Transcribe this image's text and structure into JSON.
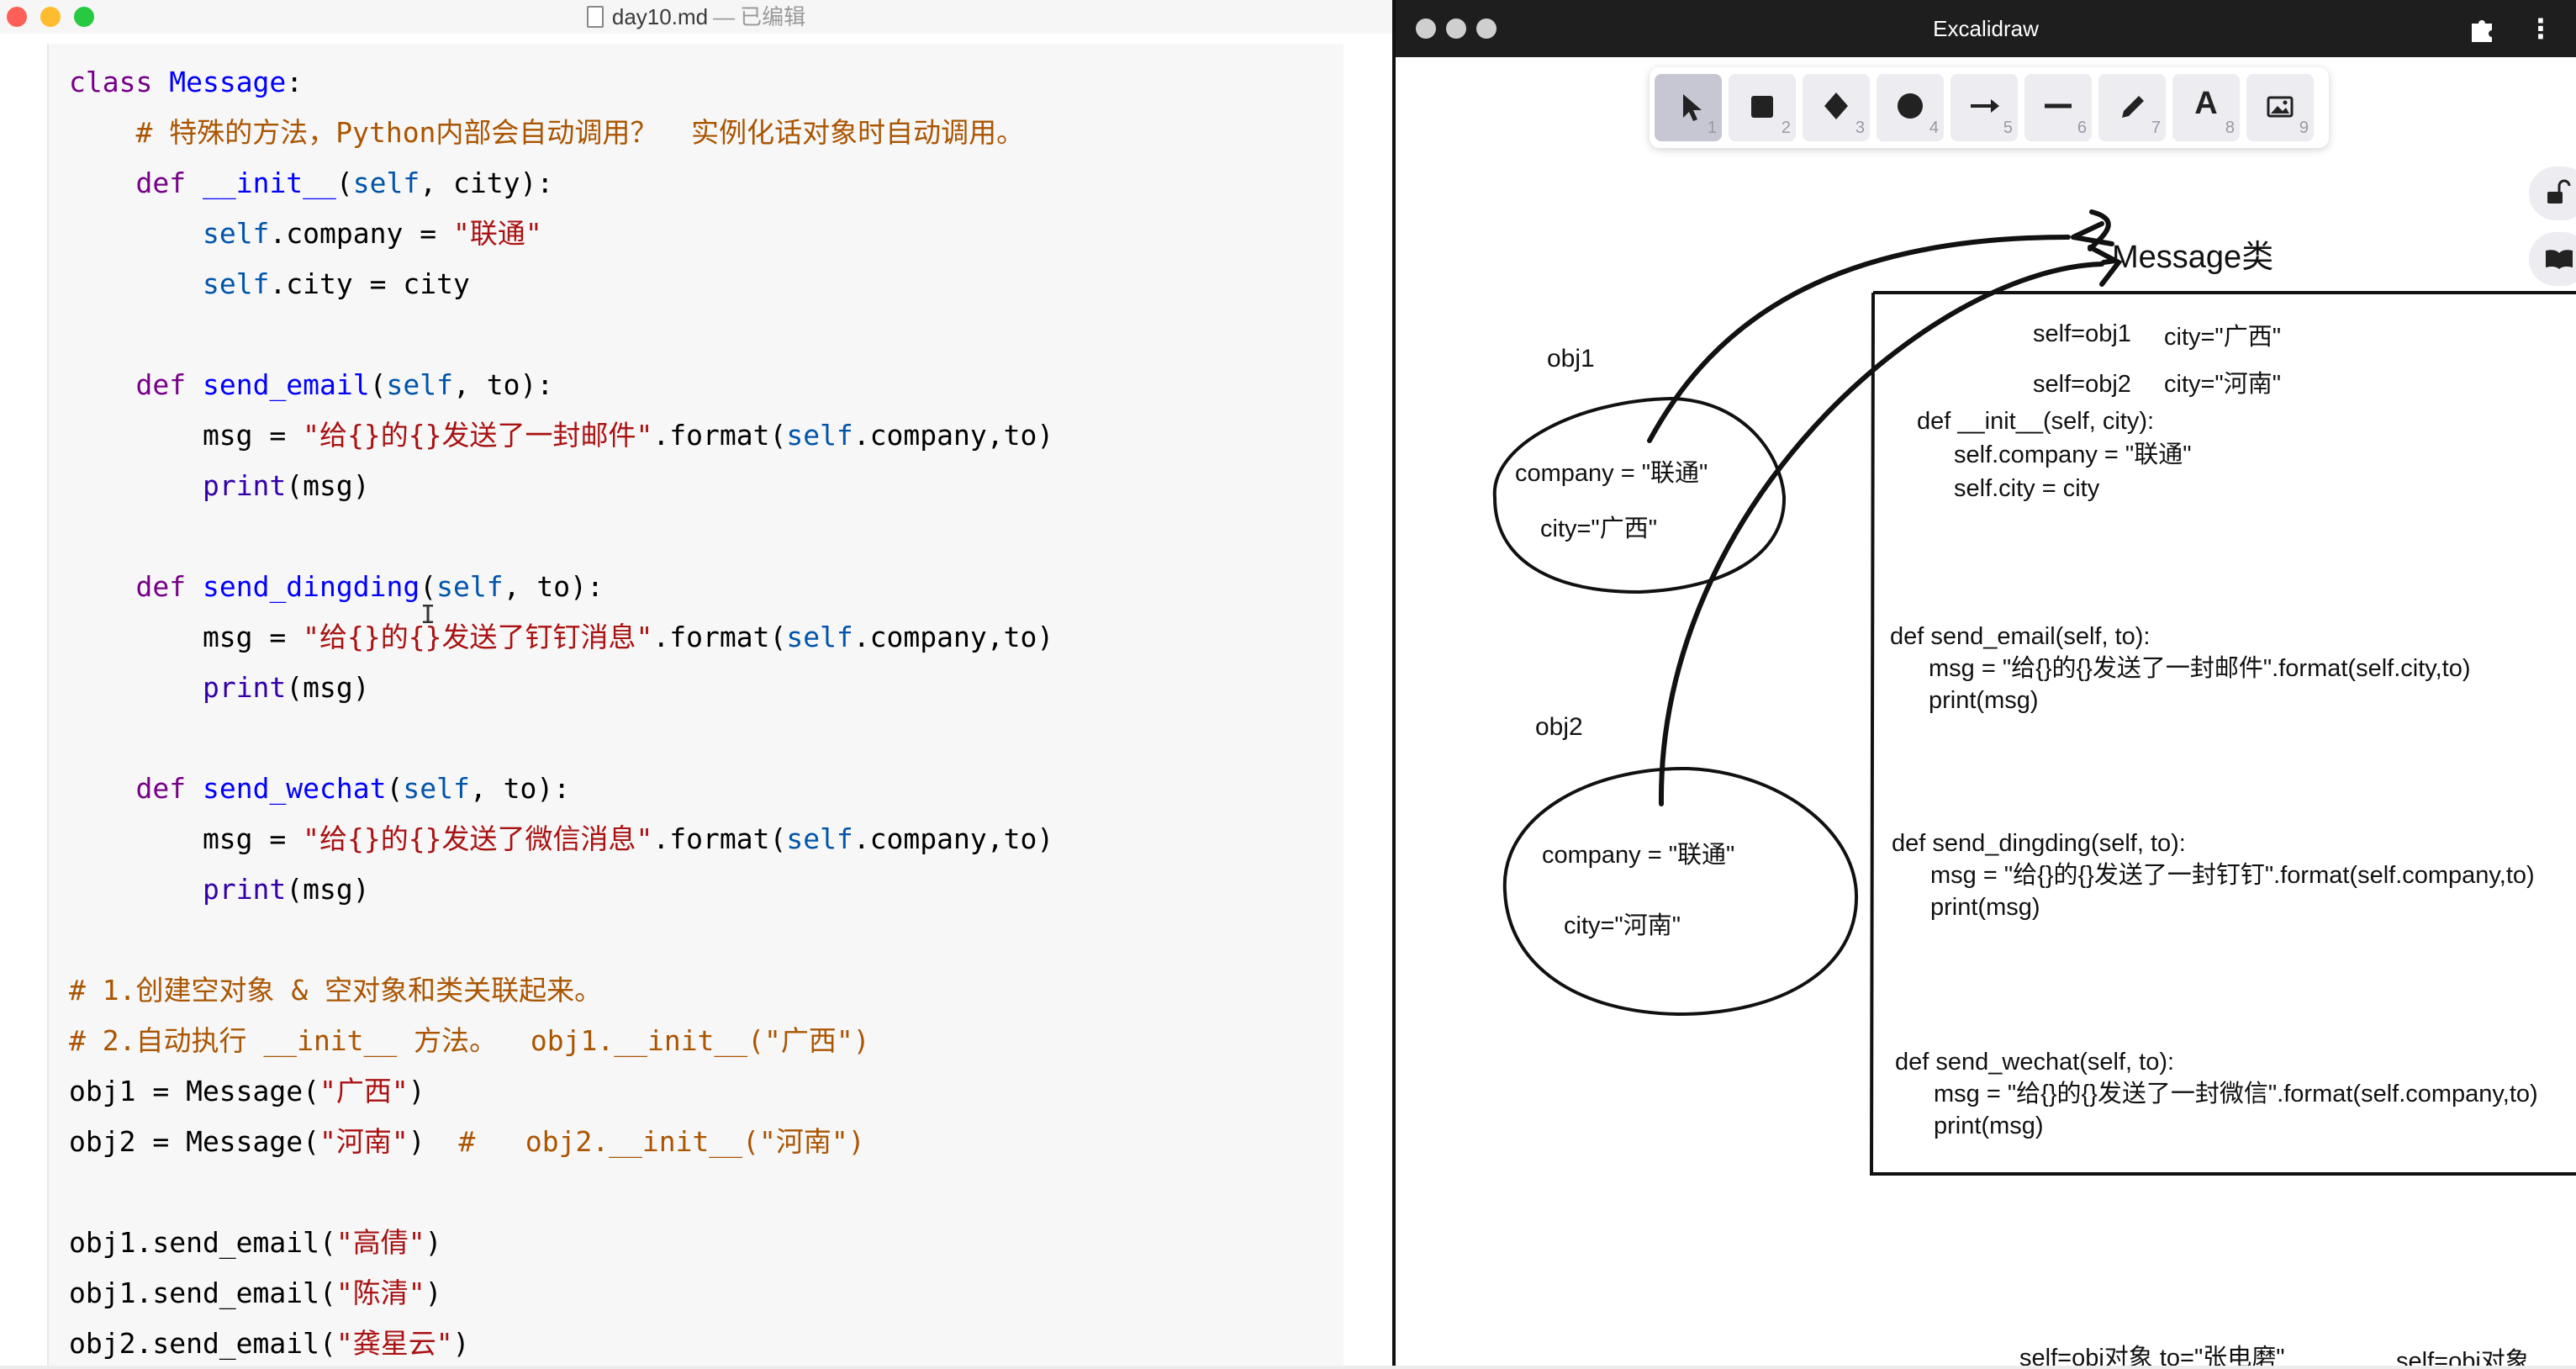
{
  "editor": {
    "filename": "day10.md",
    "separator": "—",
    "status": "已编辑",
    "code": [
      [
        {
          "c": "kw",
          "t": "class"
        },
        {
          "c": "",
          "t": " "
        },
        {
          "c": "cls",
          "t": "Message"
        },
        {
          "c": "",
          "t": ":"
        }
      ],
      [
        {
          "c": "",
          "t": "    "
        },
        {
          "c": "cmt",
          "t": "# 特殊的方法，Python内部会自动调用？  实例化话对象时自动调用。"
        }
      ],
      [
        {
          "c": "",
          "t": "    "
        },
        {
          "c": "kw",
          "t": "def"
        },
        {
          "c": "",
          "t": " "
        },
        {
          "c": "fn",
          "t": "__init__"
        },
        {
          "c": "",
          "t": "("
        },
        {
          "c": "slf",
          "t": "self"
        },
        {
          "c": "",
          "t": ", city):"
        }
      ],
      [
        {
          "c": "",
          "t": "        "
        },
        {
          "c": "slf",
          "t": "self"
        },
        {
          "c": "",
          "t": ".company = "
        },
        {
          "c": "str",
          "t": "\"联通\""
        }
      ],
      [
        {
          "c": "",
          "t": "        "
        },
        {
          "c": "slf",
          "t": "self"
        },
        {
          "c": "",
          "t": ".city = city"
        }
      ],
      [
        {
          "c": "",
          "t": ""
        }
      ],
      [
        {
          "c": "",
          "t": "    "
        },
        {
          "c": "kw",
          "t": "def"
        },
        {
          "c": "",
          "t": " "
        },
        {
          "c": "fn",
          "t": "send_email"
        },
        {
          "c": "",
          "t": "("
        },
        {
          "c": "slf",
          "t": "self"
        },
        {
          "c": "",
          "t": ", to):"
        }
      ],
      [
        {
          "c": "",
          "t": "        msg = "
        },
        {
          "c": "str",
          "t": "\"给{}的{}发送了一封邮件\""
        },
        {
          "c": "",
          "t": ".format("
        },
        {
          "c": "slf",
          "t": "self"
        },
        {
          "c": "",
          "t": ".company,to)"
        }
      ],
      [
        {
          "c": "",
          "t": "        "
        },
        {
          "c": "bi",
          "t": "print"
        },
        {
          "c": "",
          "t": "(msg)"
        }
      ],
      [
        {
          "c": "",
          "t": ""
        }
      ],
      [
        {
          "c": "",
          "t": "    "
        },
        {
          "c": "kw",
          "t": "def"
        },
        {
          "c": "",
          "t": " "
        },
        {
          "c": "fn",
          "t": "send_dingding"
        },
        {
          "c": "",
          "t": "("
        },
        {
          "c": "slf",
          "t": "self"
        },
        {
          "c": "",
          "t": ", to):"
        }
      ],
      [
        {
          "c": "",
          "t": "        msg = "
        },
        {
          "c": "str",
          "t": "\"给{}的{}发送了钉钉消息\""
        },
        {
          "c": "",
          "t": ".format("
        },
        {
          "c": "slf",
          "t": "self"
        },
        {
          "c": "",
          "t": ".company,to)"
        }
      ],
      [
        {
          "c": "",
          "t": "        "
        },
        {
          "c": "bi",
          "t": "print"
        },
        {
          "c": "",
          "t": "(msg)"
        }
      ],
      [
        {
          "c": "",
          "t": ""
        }
      ],
      [
        {
          "c": "",
          "t": "    "
        },
        {
          "c": "kw",
          "t": "def"
        },
        {
          "c": "",
          "t": " "
        },
        {
          "c": "fn",
          "t": "send_wechat"
        },
        {
          "c": "",
          "t": "("
        },
        {
          "c": "slf",
          "t": "self"
        },
        {
          "c": "",
          "t": ", to):"
        }
      ],
      [
        {
          "c": "",
          "t": "        msg = "
        },
        {
          "c": "str",
          "t": "\"给{}的{}发送了微信消息\""
        },
        {
          "c": "",
          "t": ".format("
        },
        {
          "c": "slf",
          "t": "self"
        },
        {
          "c": "",
          "t": ".company,to)"
        }
      ],
      [
        {
          "c": "",
          "t": "        "
        },
        {
          "c": "bi",
          "t": "print"
        },
        {
          "c": "",
          "t": "(msg)"
        }
      ],
      [
        {
          "c": "",
          "t": ""
        }
      ],
      [
        {
          "c": "cmt",
          "t": "# 1.创建空对象 & 空对象和类关联起来。"
        }
      ],
      [
        {
          "c": "cmt",
          "t": "# 2.自动执行 __init__ 方法。  obj1.__init__(\"广西\")"
        }
      ],
      [
        {
          "c": "",
          "t": "obj1 = Message("
        },
        {
          "c": "str",
          "t": "\"广西\""
        },
        {
          "c": "",
          "t": ")"
        }
      ],
      [
        {
          "c": "",
          "t": "obj2 = Message("
        },
        {
          "c": "str",
          "t": "\"河南\""
        },
        {
          "c": "",
          "t": ")  "
        },
        {
          "c": "cmt",
          "t": "#   obj2.__init__(\"河南\")"
        }
      ],
      [
        {
          "c": "",
          "t": ""
        }
      ],
      [
        {
          "c": "",
          "t": "obj1.send_email("
        },
        {
          "c": "str",
          "t": "\"高倩\""
        },
        {
          "c": "",
          "t": ")"
        }
      ],
      [
        {
          "c": "",
          "t": "obj1.send_email("
        },
        {
          "c": "str",
          "t": "\"陈清\""
        },
        {
          "c": "",
          "t": ")"
        }
      ],
      [
        {
          "c": "",
          "t": "obj2.send_email("
        },
        {
          "c": "str",
          "t": "\"龚星云\""
        },
        {
          "c": "",
          "t": ")"
        }
      ]
    ]
  },
  "excalidraw": {
    "title": "Excalidraw",
    "tools": [
      {
        "name": "selection",
        "num": "1"
      },
      {
        "name": "rectangle",
        "num": "2"
      },
      {
        "name": "diamond",
        "num": "3"
      },
      {
        "name": "ellipse",
        "num": "4"
      },
      {
        "name": "arrow",
        "num": "5"
      },
      {
        "name": "line",
        "num": "6"
      },
      {
        "name": "draw",
        "num": "7"
      },
      {
        "name": "text",
        "num": "8",
        "glyph": "A"
      },
      {
        "name": "image",
        "num": "9"
      }
    ],
    "canvas": {
      "obj1_label": "obj1",
      "obj1_company": "company = \"联通\"",
      "obj1_city": "city=\"广西\"",
      "obj2_label": "obj2",
      "obj2_company": "company = \"联通\"",
      "obj2_city": "city=\"河南\"",
      "class_title": "Message类",
      "self1": "self=obj1",
      "city1": "city=\"广西\"",
      "self2": "self=obj2",
      "city2": "city=\"河南\"",
      "init_def": "def __init__(self, city):",
      "init_l1": "self.company = \"联通\"",
      "init_l2": "self.city = city",
      "email_def": "def send_email(self, to):",
      "email_l1": "msg = \"给{}的{}发送了一封邮件\".format(self.city,to)",
      "email_l2": "print(msg)",
      "ding_def": "def send_dingding(self, to):",
      "ding_l1": "msg = \"给{}的{}发送了一封钉钉\".format(self.company,to)",
      "ding_l2": "print(msg)",
      "wechat_def": "def send_wechat(self, to):",
      "wechat_l1": "msg = \"给{}的{}发送了一封微信\".format(self.company,to)",
      "wechat_l2": "print(msg)",
      "bottom_text_1": "self=obj对象  to=\"张电磨\"",
      "bottom_text_2": "self=obj对象"
    }
  }
}
